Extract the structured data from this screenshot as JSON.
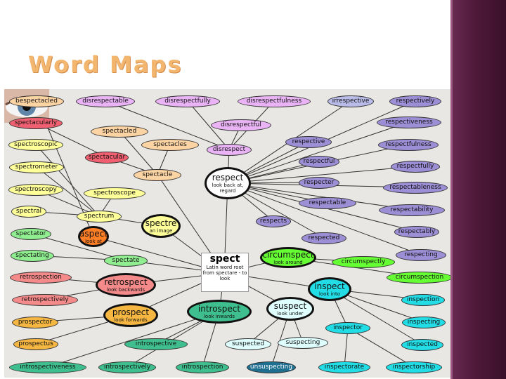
{
  "slide": {
    "title": "Word Maps"
  },
  "colors": {
    "sidebar": "#4e1a3a",
    "title": "#f2b66e",
    "map_bg": "#e9e7e4"
  },
  "center_word": {
    "word": "spect",
    "definition": "Latin word root from spectare - to look"
  },
  "main_nodes": [
    {
      "id": "respect",
      "label": "respect",
      "sub": "look back at, regard",
      "color": "#ffffff"
    },
    {
      "id": "spectre",
      "label": "spectre",
      "sub": "an image",
      "color": "#ffff99"
    },
    {
      "id": "aspect",
      "label": "aspect",
      "sub": "look at",
      "color": "#ff7f27"
    },
    {
      "id": "circumspect",
      "label": "circumspect",
      "sub": "look around",
      "color": "#66ff33"
    },
    {
      "id": "retrospect",
      "label": "retrospect",
      "sub": "look backwards",
      "color": "#f48a8a"
    },
    {
      "id": "prospect",
      "label": "prospect",
      "sub": "look forwards",
      "color": "#f5b642"
    },
    {
      "id": "introspect",
      "label": "introspect",
      "sub": "look inwards",
      "color": "#3fbf8f"
    },
    {
      "id": "suspect",
      "label": "suspect",
      "sub": "look under",
      "color": "#dfffff"
    },
    {
      "id": "inspect",
      "label": "inspect",
      "sub": "look into",
      "color": "#22dde6"
    }
  ],
  "word_nodes": [
    {
      "label": "bespectacled",
      "color": "#fcd3a3"
    },
    {
      "label": "disrespectable",
      "color": "#e9b3f5"
    },
    {
      "label": "disrespectfully",
      "color": "#e9b3f5"
    },
    {
      "label": "disrespectfulness",
      "color": "#e9b3f5"
    },
    {
      "label": "irrespective",
      "color": "#b9bbe8"
    },
    {
      "label": "respectively",
      "color": "#9c8fd6"
    },
    {
      "label": "spectacularly",
      "color": "#f06070"
    },
    {
      "label": "spectacled",
      "color": "#fcd3a3"
    },
    {
      "label": "disrespectful",
      "color": "#e9b3f5"
    },
    {
      "label": "respectiveness",
      "color": "#9c8fd6"
    },
    {
      "label": "spectroscopic",
      "color": "#ffff99"
    },
    {
      "label": "spectacles",
      "color": "#fcd3a3"
    },
    {
      "label": "disrespect",
      "color": "#e9b3f5"
    },
    {
      "label": "respective",
      "color": "#9c8fd6"
    },
    {
      "label": "respectfulness",
      "color": "#9c8fd6"
    },
    {
      "label": "spectacular",
      "color": "#f06070"
    },
    {
      "label": "spectrometer",
      "color": "#ffff99"
    },
    {
      "label": "respectful",
      "color": "#9c8fd6"
    },
    {
      "label": "respectfully",
      "color": "#9c8fd6"
    },
    {
      "label": "spectacle",
      "color": "#fcd3a3"
    },
    {
      "label": "respecter",
      "color": "#9c8fd6"
    },
    {
      "label": "spectroscopy",
      "color": "#ffff99"
    },
    {
      "label": "spectroscope",
      "color": "#ffff99"
    },
    {
      "label": "respectableness",
      "color": "#9c8fd6"
    },
    {
      "label": "respectable",
      "color": "#9c8fd6"
    },
    {
      "label": "respectability",
      "color": "#9c8fd6"
    },
    {
      "label": "spectral",
      "color": "#ffff99"
    },
    {
      "label": "spectrum",
      "color": "#ffff99"
    },
    {
      "label": "respects",
      "color": "#9c8fd6"
    },
    {
      "label": "respectably",
      "color": "#9c8fd6"
    },
    {
      "label": "spectator",
      "color": "#90ee90"
    },
    {
      "label": "respected",
      "color": "#9c8fd6"
    },
    {
      "label": "spectating",
      "color": "#90ee90"
    },
    {
      "label": "spectate",
      "color": "#90ee90"
    },
    {
      "label": "circumspectly",
      "color": "#66ff33"
    },
    {
      "label": "respecting",
      "color": "#9c8fd6"
    },
    {
      "label": "circumspection",
      "color": "#66ff33"
    },
    {
      "label": "retrospection",
      "color": "#f48a8a"
    },
    {
      "label": "retrospectively",
      "color": "#f48a8a"
    },
    {
      "label": "inspection",
      "color": "#22dde6"
    },
    {
      "label": "inspecting",
      "color": "#22dde6"
    },
    {
      "label": "prospector",
      "color": "#f5b642"
    },
    {
      "label": "inspector",
      "color": "#22dde6"
    },
    {
      "label": "prospectus",
      "color": "#f5b642"
    },
    {
      "label": "introspective",
      "color": "#3fbf8f"
    },
    {
      "label": "suspected",
      "color": "#dfffff"
    },
    {
      "label": "suspecting",
      "color": "#dfffff"
    },
    {
      "label": "inspected",
      "color": "#22dde6"
    },
    {
      "label": "introspectiveness",
      "color": "#3fbf8f"
    },
    {
      "label": "introspectively",
      "color": "#3fbf8f"
    },
    {
      "label": "introspection",
      "color": "#3fbf8f"
    },
    {
      "label": "unsuspecting",
      "color": "#1f7090"
    },
    {
      "label": "inspectorate",
      "color": "#22dde6"
    },
    {
      "label": "inspectorship",
      "color": "#22dde6"
    }
  ]
}
